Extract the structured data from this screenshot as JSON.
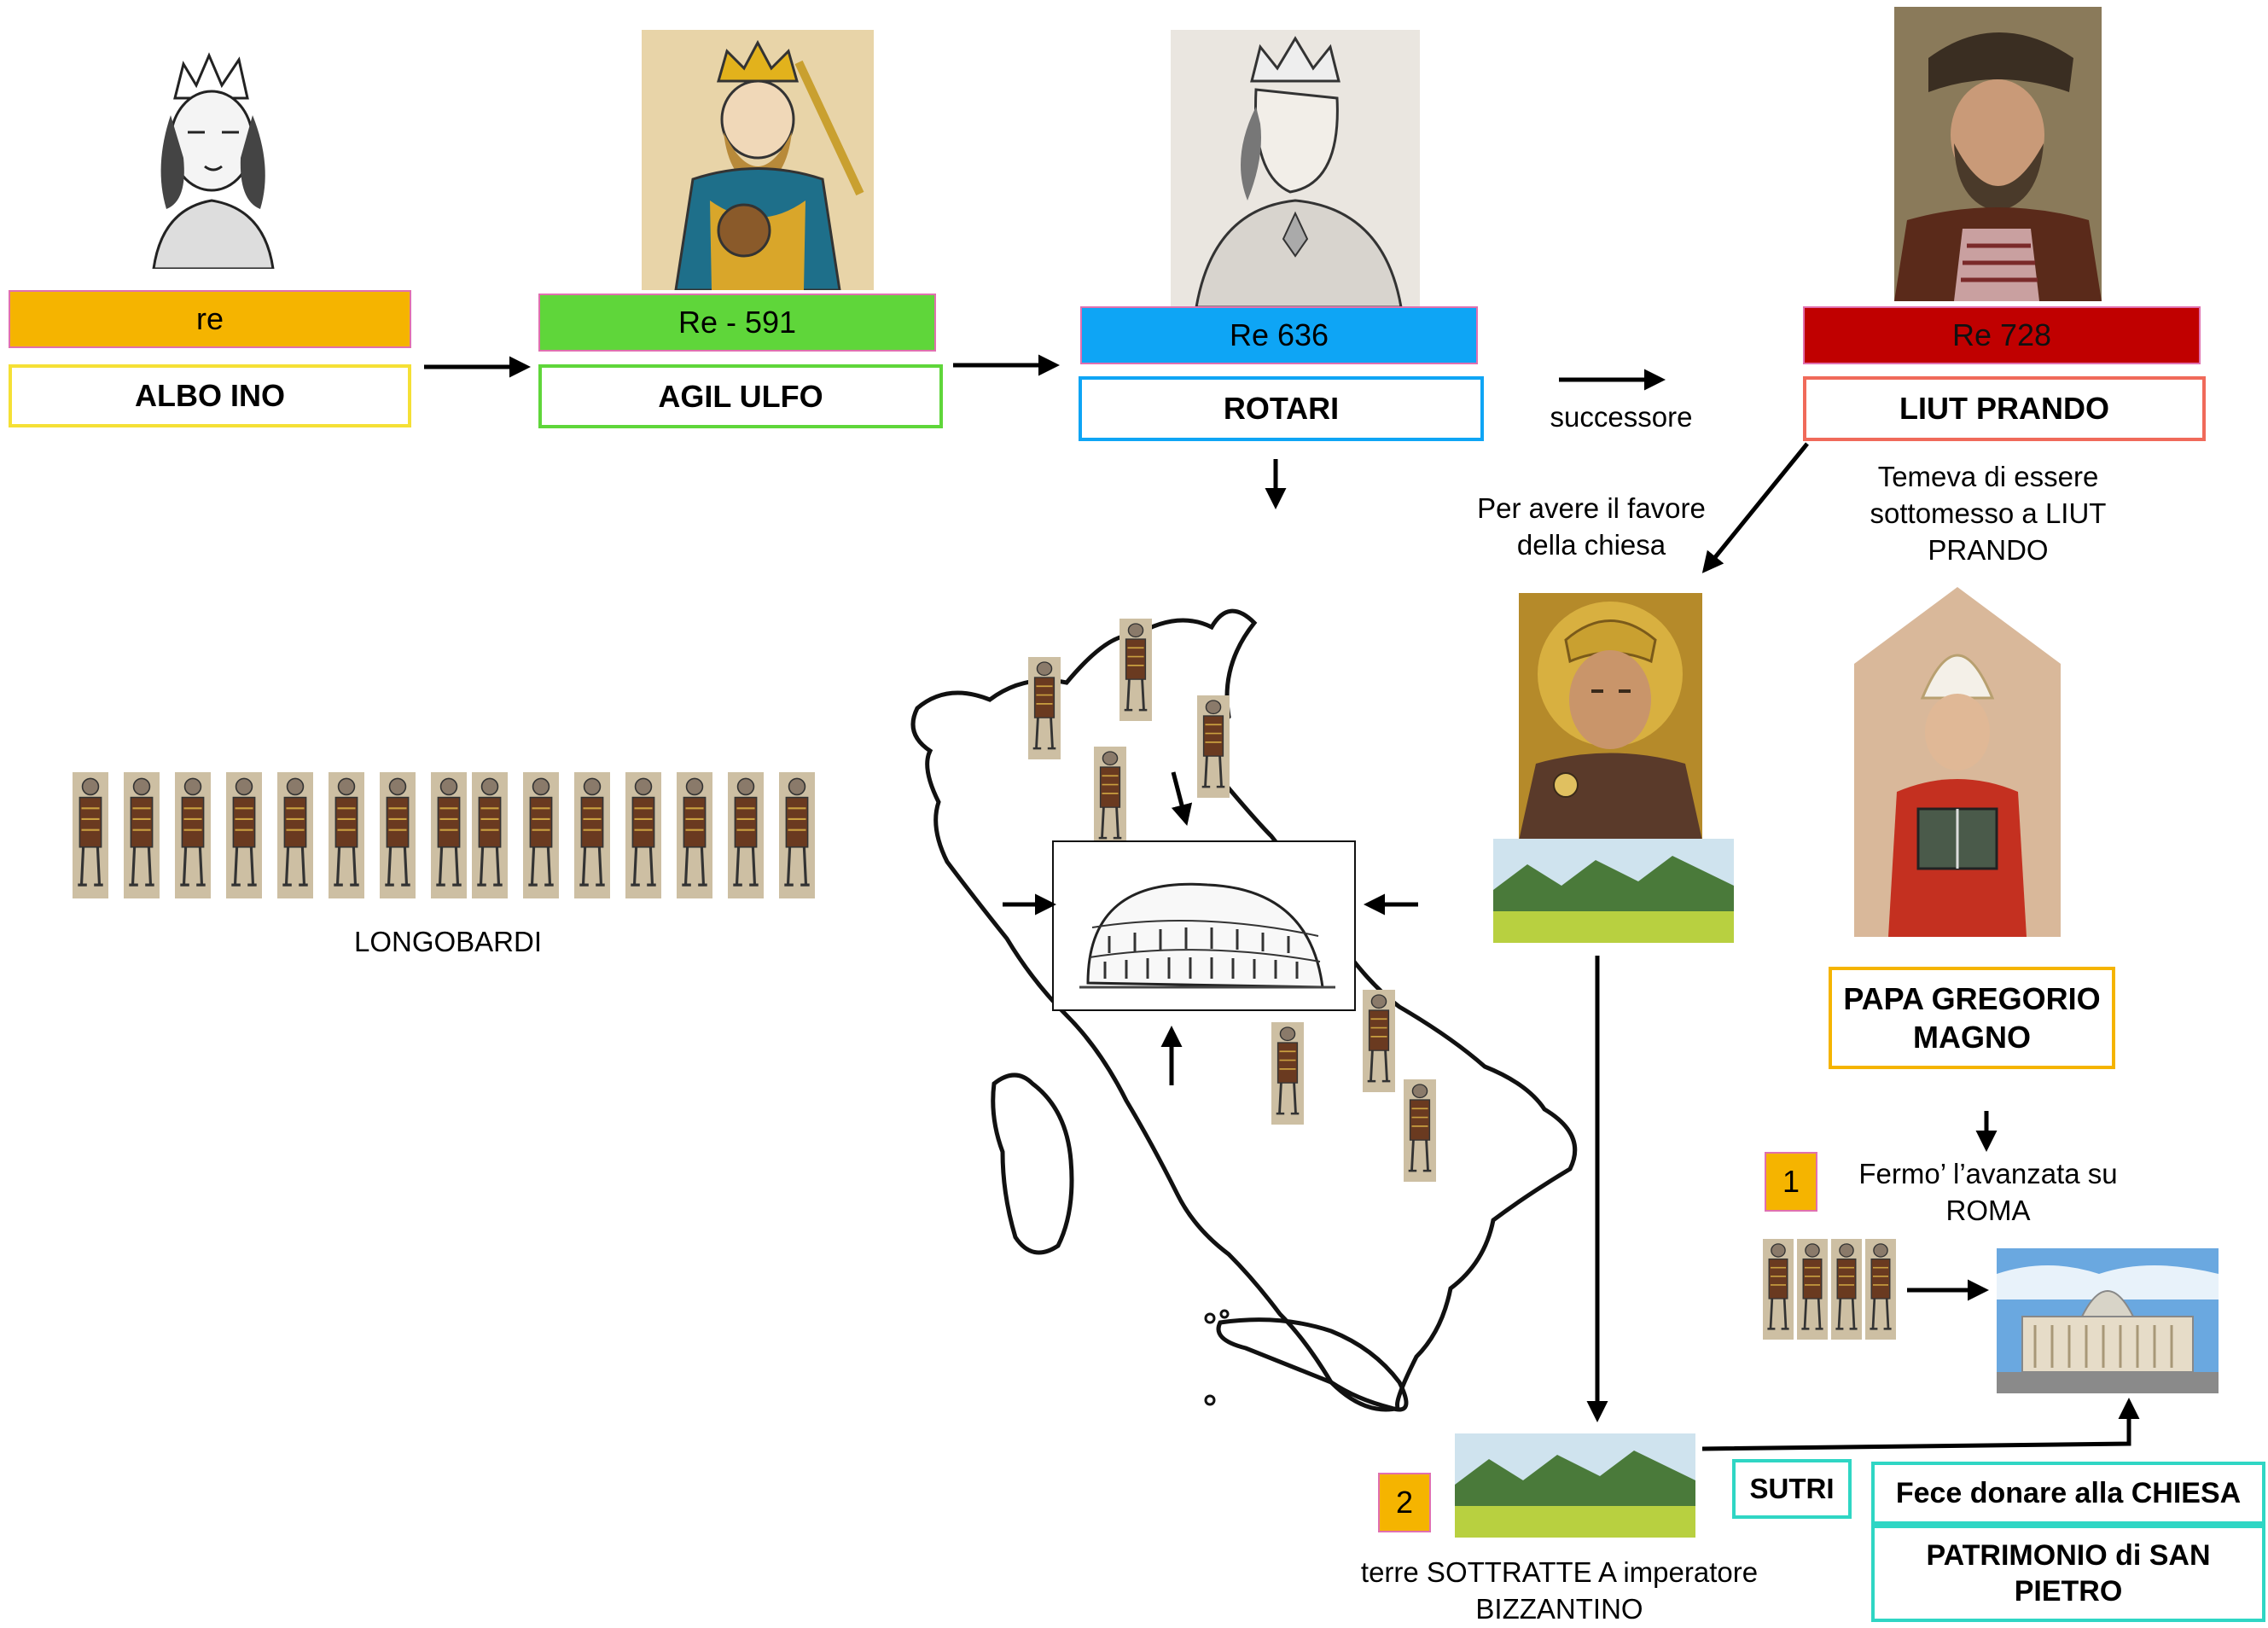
{
  "kings": [
    {
      "tag": "re",
      "name": "ALBO INO",
      "tag_color": "#f5b400",
      "border_color": "#f5e035",
      "portrait": "crowned-king-engraving"
    },
    {
      "tag": "Re - 591",
      "name": "AGIL ULFO",
      "tag_color": "#5fd63a",
      "border_color": "#5fd63a",
      "portrait": "medieval-king-woodcut"
    },
    {
      "tag": "Re  636",
      "name": "ROTARI",
      "tag_color": "#0ea5f5",
      "border_color": "#0ea5f5",
      "portrait": "king-profile-drawing"
    },
    {
      "tag": "Re  728",
      "name": "LIUT PRANDO",
      "tag_color": "#c00000",
      "border_color": "#f06a5a",
      "portrait": "noble-portrait-painting"
    }
  ],
  "labels": {
    "successore": "successore",
    "per_avere_line1": "Per avere il favore",
    "per_avere_line2": "della chiesa",
    "temeva_line1": "Temeva di essere",
    "temeva_line2": "sottomesso a LIUT",
    "temeva_line3": "PRANDO",
    "longobardi": "LONGOBARDI",
    "papa_line1": "PAPA GREGORIO",
    "papa_line2": "MAGNO",
    "fermo_line1": "Fermo’ l’avanzata su",
    "fermo_line2": "ROMA",
    "sutri": "SUTRI",
    "fece_donare": "Fece donare alla CHIESA",
    "patrimonio_line1": "PATRIMONIO di SAN",
    "patrimonio_line2": "PIETRO",
    "terre_line1": "terre SOTTRATTE A imperatore",
    "terre_line2": "BIZZANTINO"
  },
  "numbers": {
    "first": "1",
    "second": "2"
  },
  "colors": {
    "pope_border": "#f5b400",
    "teal": "#2fd6c4",
    "number_fill": "#f5b400"
  },
  "images": {
    "emperor": "byzantine-emperor-mosaic",
    "pope": "pope-portrait",
    "landscape": "green-landscape",
    "colosseum": "colosseum-drawing",
    "basilica": "st-peters-basilica",
    "italy_map": "italy-outline-map",
    "warrior": "longobard-warrior"
  }
}
